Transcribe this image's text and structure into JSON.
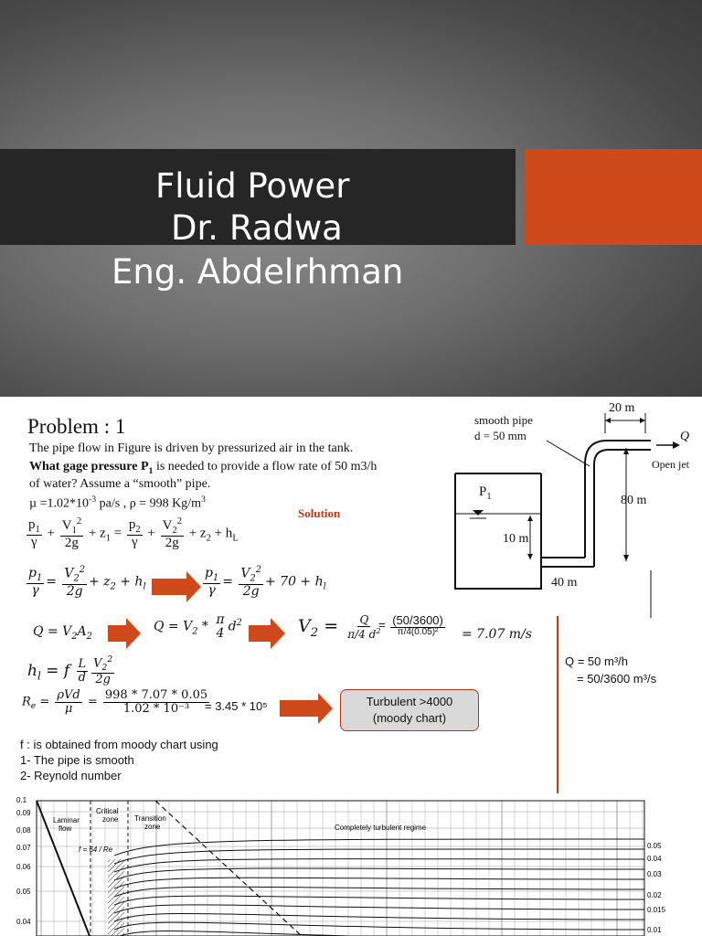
{
  "title_slide": {
    "line1": "Fluid Power",
    "line2": "Dr. Radwa",
    "line3": "Eng. Abdelrhman",
    "accent_color": "#cf4a1b",
    "band_color": "#262626"
  },
  "problem": {
    "heading": "Problem : 1",
    "text1": "The pipe flow in Figure is driven by pressurized air in the tank.",
    "text2_bold": "What gage pressure P",
    "text2_sub": "1",
    "text2_rest": " is needed to provide a flow rate of 50 m3/h",
    "text3": "of water?      Assume a “smooth” pipe.",
    "text4": "µ =1.02*10",
    "text4_sup": "-3",
    "text4_rest": " pa/s   ,   ρ = 998 Kg/m",
    "text4_sup2": "3",
    "solution_label": "Solution"
  },
  "figure": {
    "pipe_label1": "smooth pipe",
    "pipe_label2": "d = 50 mm",
    "dim_top": "20 m",
    "flow_label": "Q",
    "jet_label": "Open jet",
    "tank_label": "P",
    "tank_sub": "1",
    "height_80": "80 m",
    "depth_10": "10 m",
    "length_40": "40 m"
  },
  "equations": {
    "eq3_result": "= 7.07 m/s",
    "eq3_num": "(50/3600)",
    "eq3_den": "π/4(0.05)²",
    "re_num": "998  * 7.07  * 0.05",
    "re_den": "1.02 * 10⁻³",
    "re_result": "=  3.45 * 10⁵",
    "turbulent_line1": "Turbulent >4000",
    "turbulent_line2": "(moody chart)",
    "q_line1": "Q = 50 m³/h",
    "q_line2": "= 50/3600 m³/s"
  },
  "notes": {
    "f_note": "f : is obtained from moody chart using",
    "item1": "1- The pipe is smooth",
    "item2": "2- Reynold number"
  },
  "moody": {
    "left_ticks": [
      "0.1",
      "0.09",
      "0.08",
      "0.07",
      "0.06",
      "0.05",
      "0.04"
    ],
    "right_ticks": [
      "0.05",
      "0.04",
      "0.03",
      "0.02",
      "0.015",
      "0.01"
    ],
    "laminar": "Laminar",
    "flow": "flow",
    "critical": "Critical",
    "zone": "zone",
    "transition": "Transition",
    "zone2": "zone",
    "turbulent_regime": "Completely turbulent regime",
    "f_eq": "f = 64 / Re"
  }
}
